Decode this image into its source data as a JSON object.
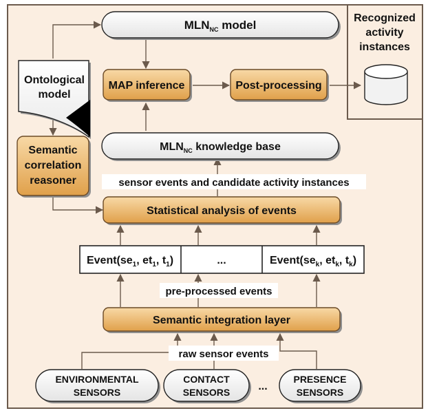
{
  "mln_model": {
    "prefix": "MLN",
    "subscript": "NC",
    "suffix": " model"
  },
  "recognized": {
    "line1": "Recognized",
    "line2": "activity",
    "line3": "instances"
  },
  "ontology": {
    "line1": "Ontological",
    "line2": "model"
  },
  "map_inference": "MAP inference",
  "post_processing": "Post-processing",
  "mln_kb": {
    "prefix": "MLN",
    "subscript": "NC",
    "suffix": " knowledge base"
  },
  "semantic_reasoner": {
    "line1": "Semantic",
    "line2": "correlation",
    "line3": "reasoner"
  },
  "candidates_label": "sensor events and candidate activity instances",
  "statistical": "Statistical analysis of events",
  "events": {
    "first": {
      "t1": "Event(se",
      "s1": "1",
      "t2": ", et",
      "s2": "1",
      "t3": ", t",
      "s3": "1",
      "t4": ")"
    },
    "middle": "...",
    "last": {
      "t1": "Event(se",
      "s1": "k",
      "t2": ", et",
      "s2": "k",
      "t3": ", t",
      "s3": "k",
      "t4": ")"
    }
  },
  "preprocessed_label": "pre-processed events",
  "integration": "Semantic integration layer",
  "raw_label": "raw sensor events",
  "sensors": {
    "environmental": {
      "line1": "ENVIRONMENTAL",
      "line2": "SENSORS"
    },
    "contact": {
      "line1": "CONTACT",
      "line2": "SENSORS"
    },
    "ellipsis": "...",
    "presence": {
      "line1": "PRESENCE",
      "line2": "SENSORS"
    }
  },
  "colors": {
    "panel_bg": "#fbeee1",
    "panel_border": "#6b5a4c",
    "orange_top": "#f8d9a6",
    "orange_bottom": "#e0a04a",
    "orange_border": "#6b4a26",
    "pill_top": "#ffffff",
    "pill_bottom": "#e6e6e6"
  }
}
